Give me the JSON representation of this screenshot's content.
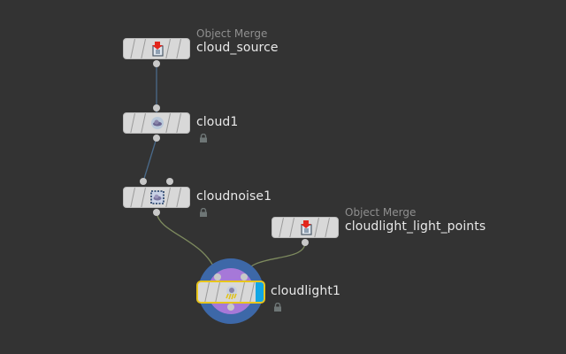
{
  "network": {
    "background": "#333333",
    "nodes": [
      {
        "id": "cloud_source",
        "name": "cloud_source",
        "type_label": "Object Merge",
        "icon": "object-merge-icon",
        "locked": false,
        "selected": false
      },
      {
        "id": "cloud1",
        "name": "cloud1",
        "type_label": "",
        "icon": "cloud-icon",
        "locked": true,
        "selected": false
      },
      {
        "id": "cloudnoise1",
        "name": "cloudnoise1",
        "type_label": "",
        "icon": "cloud-noise-icon",
        "locked": true,
        "selected": false
      },
      {
        "id": "cloudlight_light_points",
        "name": "cloudlight_light_points",
        "type_label": "Object Merge",
        "icon": "object-merge-icon",
        "locked": false,
        "selected": false
      },
      {
        "id": "cloudlight1",
        "name": "cloudlight1",
        "type_label": "",
        "icon": "cloud-light-icon",
        "locked": true,
        "selected": true,
        "display_flag": true
      }
    ],
    "connections": [
      {
        "from": "cloud_source",
        "to": "cloud1",
        "input": 0
      },
      {
        "from": "cloud1",
        "to": "cloudnoise1",
        "input": 0
      },
      {
        "from": "cloudnoise1",
        "to": "cloudlight1",
        "input": 0
      },
      {
        "from": "cloudlight_light_points",
        "to": "cloudlight1",
        "input": 1
      }
    ],
    "colors": {
      "wire_geo": "#4a6a8a",
      "wire_volume": "#7d8a5e",
      "selection": "#e8c51c",
      "display_flag": "#12a6e4",
      "ring_outer": "#3d68a8",
      "ring_inner": "#a678d8"
    }
  }
}
